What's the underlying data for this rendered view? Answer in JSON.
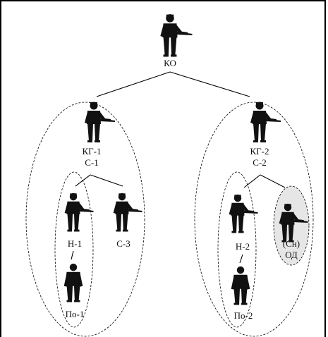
{
  "nodes": {
    "ko": {
      "label": "КО"
    },
    "kg1": {
      "label_line1": "КГ-1",
      "label_line2": "С-1"
    },
    "kg2": {
      "label_line1": "КГ-2",
      "label_line2": "С-2"
    },
    "n1": {
      "label": "Н-1"
    },
    "s3": {
      "label": "С-3"
    },
    "po1": {
      "label": "По-1"
    },
    "n2": {
      "label": "Н-2"
    },
    "sn": {
      "label_line1": "(Сн)",
      "label_line2": "ОД"
    },
    "po2": {
      "label": "По-2"
    }
  },
  "colors": {
    "figure": "#111111",
    "highlight_fill": "#e6e6e6",
    "line": "#000000"
  }
}
